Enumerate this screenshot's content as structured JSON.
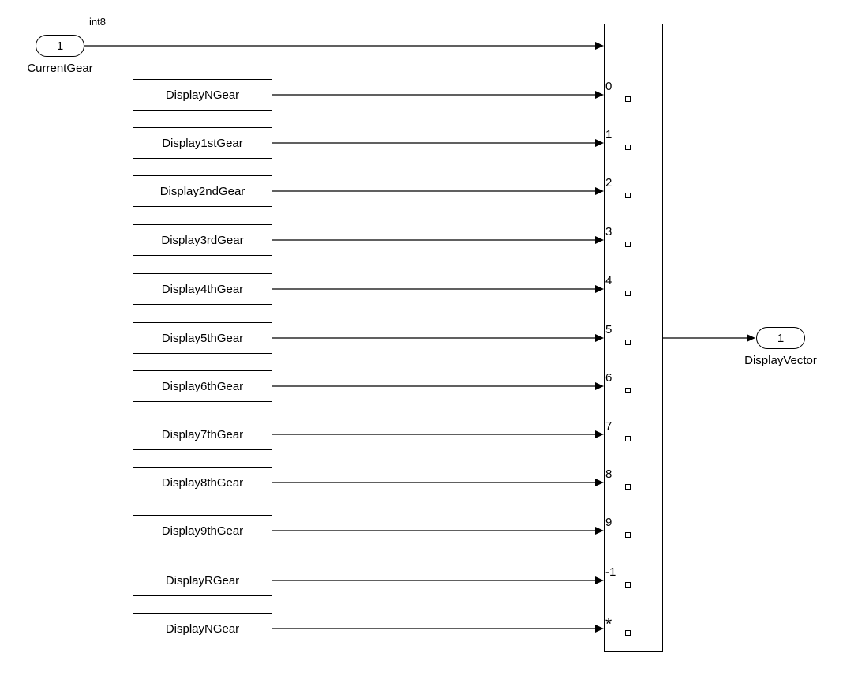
{
  "diagram": {
    "inport": {
      "number": "1",
      "label": "CurrentGear",
      "signal_type": "int8"
    },
    "outport": {
      "number": "1",
      "label": "DisplayVector"
    },
    "multiport_switch": {
      "port_labels": [
        "0",
        "1",
        "2",
        "3",
        "4",
        "5",
        "6",
        "7",
        "8",
        "9",
        "-1",
        "*"
      ]
    },
    "source_blocks": [
      {
        "label": "DisplayNGear"
      },
      {
        "label": "Display1stGear"
      },
      {
        "label": "Display2ndGear"
      },
      {
        "label": "Display3rdGear"
      },
      {
        "label": "Display4thGear"
      },
      {
        "label": "Display5thGear"
      },
      {
        "label": "Display6thGear"
      },
      {
        "label": "Display7thGear"
      },
      {
        "label": "Display8thGear"
      },
      {
        "label": "Display9thGear"
      },
      {
        "label": "DisplayRGear"
      },
      {
        "label": "DisplayNGear"
      }
    ]
  }
}
